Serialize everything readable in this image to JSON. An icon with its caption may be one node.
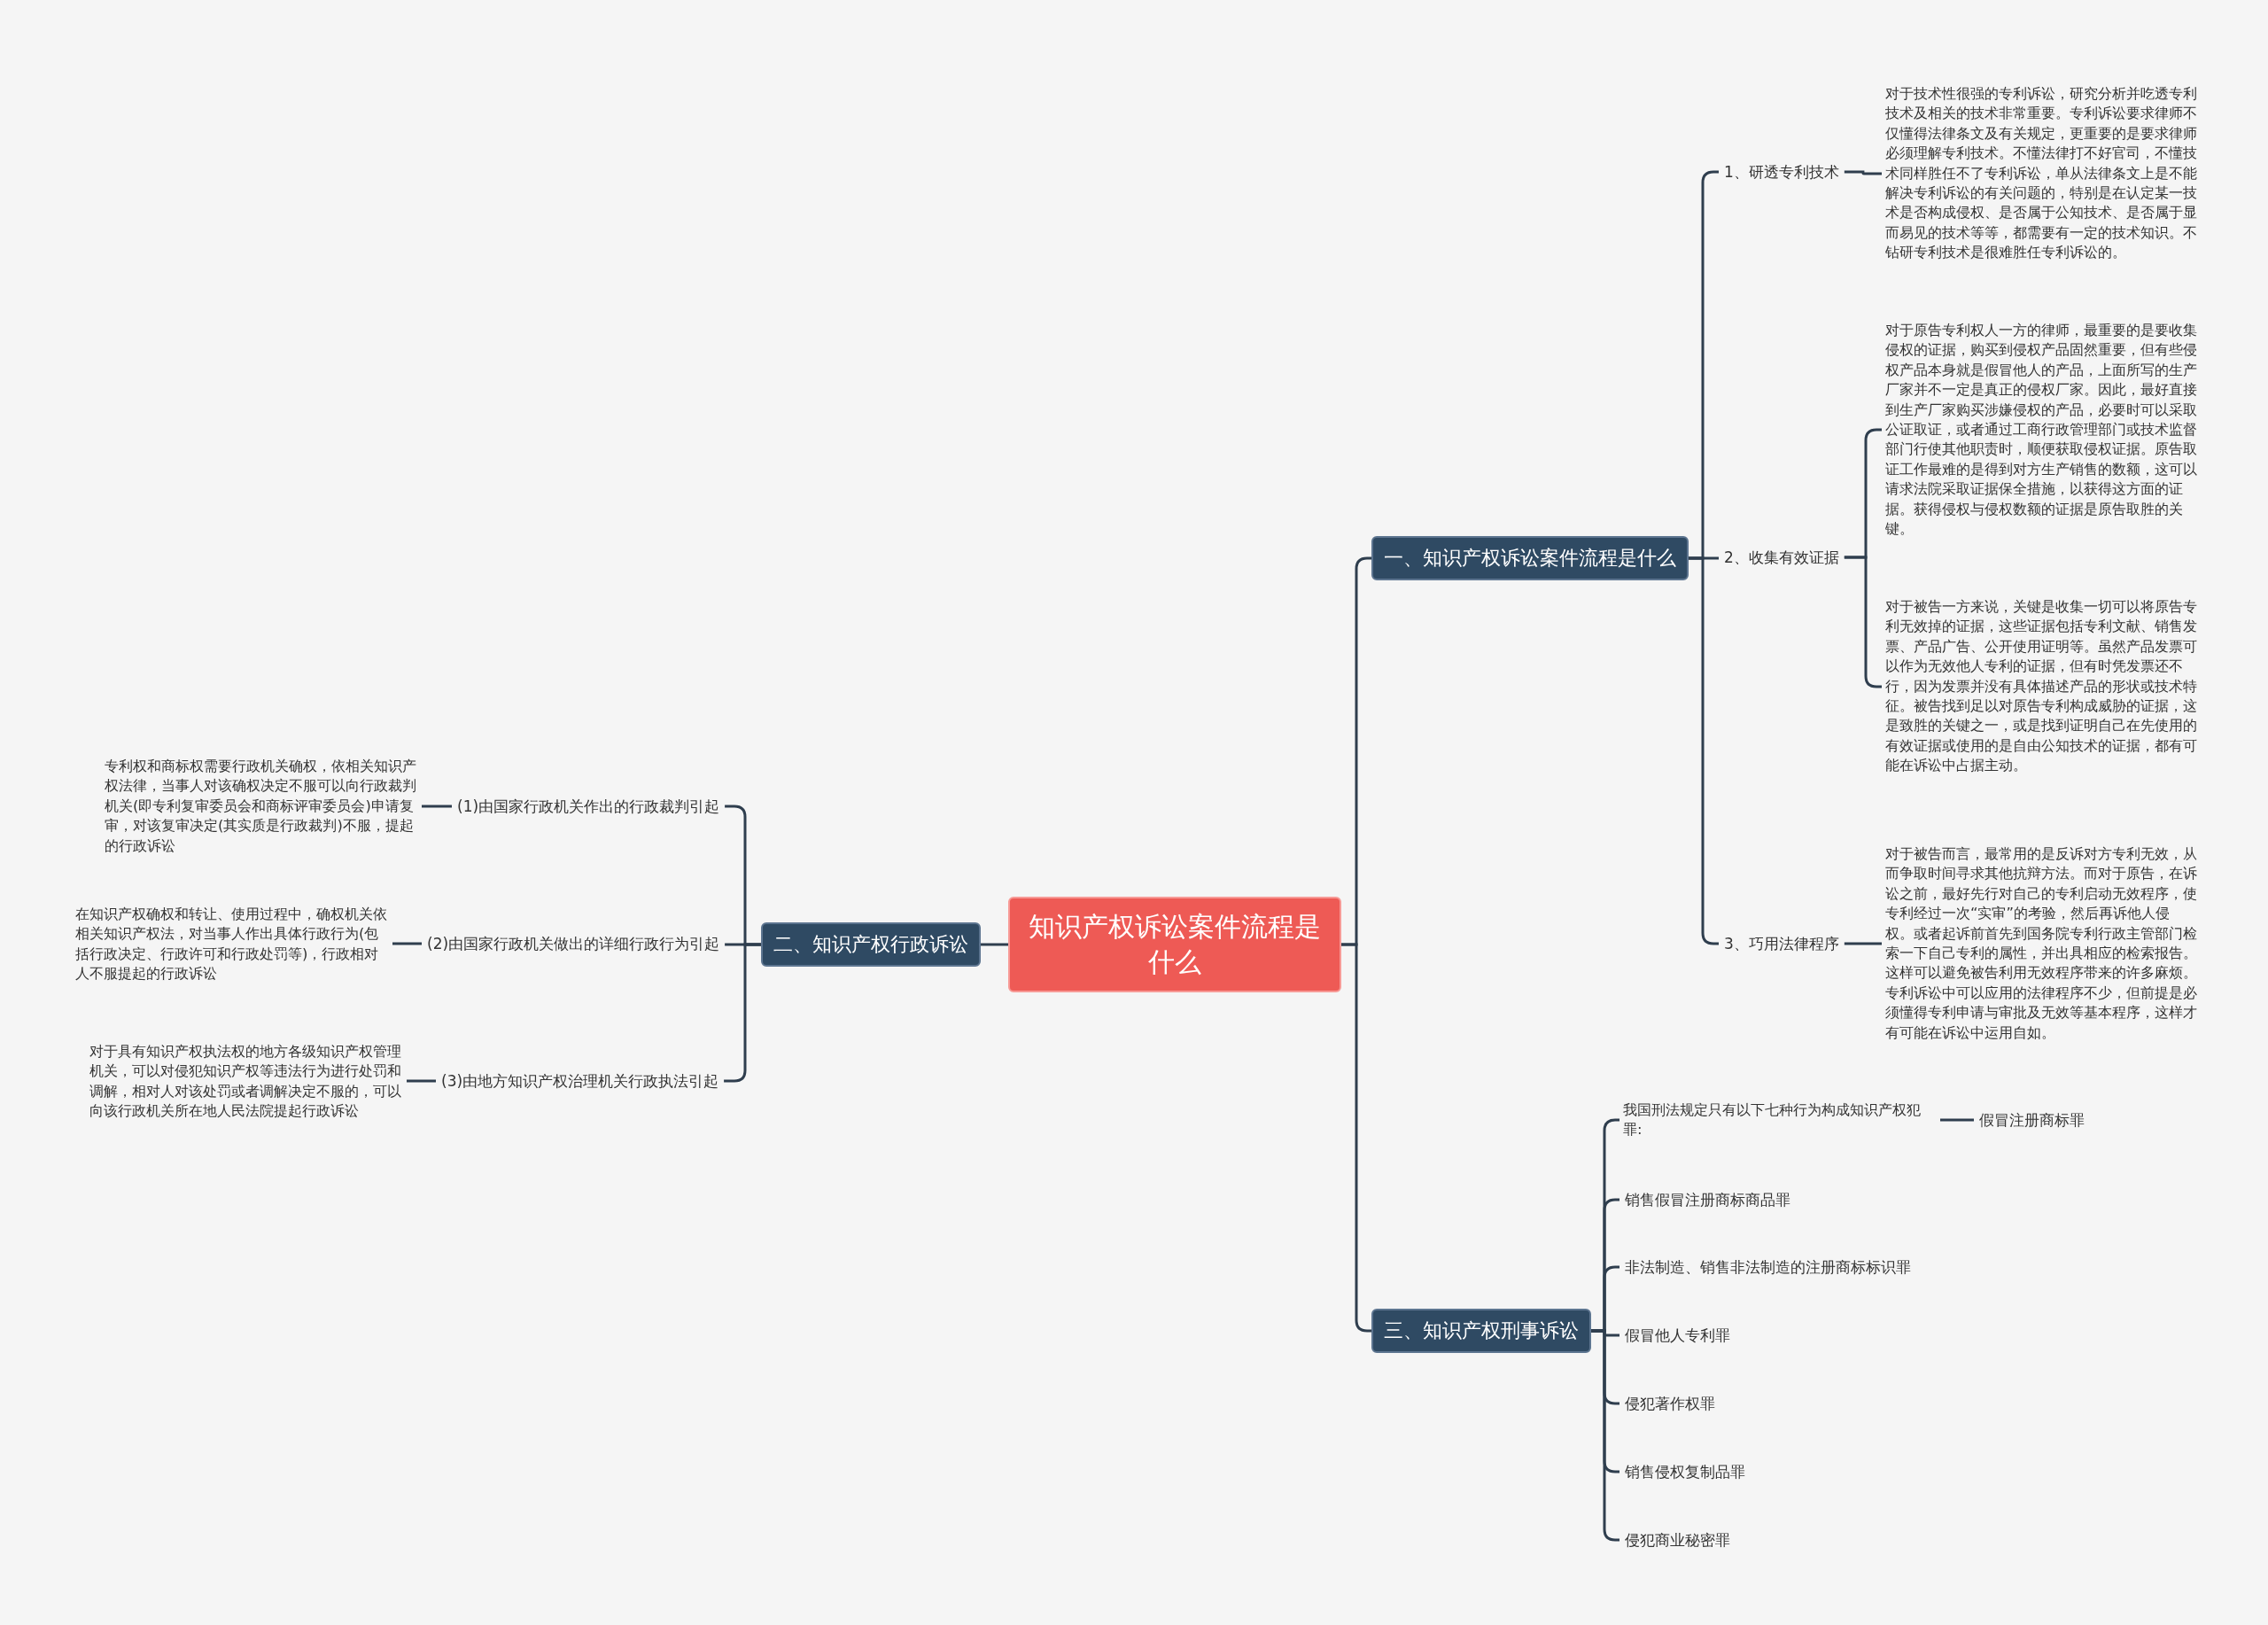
{
  "diagram": {
    "nodes": [
      {
        "text": [
          "知识产权诉讼案件流程是什么"
        ]
      },
      {
        "text": [
          "一、知识产权诉讼案件流程是什么"
        ]
      },
      {
        "text": [
          "1、研透专利技术"
        ]
      },
      {
        "text": [
          "对于技术性很强的专利诉讼，研究分析并吃透专利技术及相关的技术非常重要。专利诉讼要求律师不仅懂得法律条文及有关规定，更重要的是要求律师必须理解专利技术。不懂法律打不好官司，不懂技术同样胜任不了专利诉讼，单从法律条文上是不能解决专利诉讼的有关问题的，特别是在认定某一技术是否构成侵权、是否属于公知技术、是否属于显而易见的技术等等，都需要有一定的技术知识。不钻研专利技术是很难胜任专利诉讼的。"
        ]
      },
      {
        "text": [
          "2、收集有效证据"
        ]
      },
      {
        "text": [
          "对于原告专利权人一方的律师，最重要的是要收集侵权的证据，购买到侵权产品固然重要，但有些侵权产品本身就是假冒他人的产品，上面所写的生产厂家并不一定是真正的侵权厂家。因此，最好直接到生产厂家购买涉嫌侵权的产品，必要时可以采取公证取证，或者通过工商行政管理部门或技术监督部门行使其他职责时，顺便获取侵权证据。原告取证工作最难的是得到对方生产销售的数额，这可以请求法院采取证据保全措施，以获得这方面的证据。获得侵权与侵权数额的证据是原告取胜的关键。"
        ]
      },
      {
        "text": [
          "对于被告一方来说，关键是收集一切可以将原告专利无效掉的证据，这些证据包括专利文献、销售发票、产品广告、公开使用证明等。虽然产品发票可以作为无效他人专利的证据，但有时凭发票还不行，因为发票并没有具体描述产品的形状或技术特征。被告找到足以对原告专利构成威胁的证据，这是致胜的关键之一，或是找到证明自己在先使用的有效证据或使用的是自由公知技术的证据，都有可能在诉讼中占据主动。"
        ]
      },
      {
        "text": [
          "3、巧用法律程序"
        ]
      },
      {
        "text": [
          "对于被告而言，最常用的是反诉对方专利无效，从而争取时间寻求其他抗辩方法。而对于原告，在诉讼之前，最好先行对自己的专利启动无效程序，使专利经过一次“实审”的考验，然后再诉他人侵权。或者起诉前首先到国务院专利行政主管部门检索一下自己专利的属性，并出具相应的检索报告。这样可以避免被告利用无效程序带来的许多麻烦。专利诉讼中可以应用的法律程序不少，但前提是必须懂得专利申请与审批及无效等基本程序，这样才有可能在诉讼中运用自如。"
        ]
      },
      {
        "text": [
          "二、知识产权行政诉讼"
        ]
      },
      {
        "text": [
          "(1)由国家行政机关作出的行政裁判引起"
        ]
      },
      {
        "text": [
          "专利权和商标权需要行政机关确权，依相关知识产权法律，当事人对该确权决定不服可以向行政裁判机关(即专利复审委员会和商标评审委员会)申请复审，对该复审决定(其实质是行政裁判)不服，提起的行政诉讼"
        ]
      },
      {
        "text": [
          "(2)由国家行政机关做出的详细行政行为引起"
        ]
      },
      {
        "text": [
          "在知识产权确权和转让、使用过程中，确权机关依相关知识产权法，对当事人作出具体行政行为(包括行政决定、行政许可和行政处罚等)，行政相对人不服提起的行政诉讼"
        ]
      },
      {
        "text": [
          "(3)由地方知识产权治理机关行政执法引起"
        ]
      },
      {
        "text": [
          "对于具有知识产权执法权的地方各级知识产权管理机关，可以对侵犯知识产权等违法行为进行处罚和调解，相对人对该处罚或者调解决定不服的，可以向该行政机关所在地人民法院提起行政诉讼"
        ]
      },
      {
        "text": [
          "三、知识产权刑事诉讼"
        ]
      },
      {
        "text": [
          "我国刑法规定只有以下七种行为构成知识产权犯罪:"
        ]
      },
      {
        "text": [
          "假冒注册商标罪"
        ]
      },
      {
        "text": [
          "销售假冒注册商标商品罪"
        ]
      },
      {
        "text": [
          "非法制造、销售非法制造的注册商标标识罪"
        ]
      },
      {
        "text": [
          "假冒他人专利罪"
        ]
      },
      {
        "text": [
          "侵犯著作权罪"
        ]
      },
      {
        "text": [
          "销售侵权复制品罪"
        ]
      },
      {
        "text": [
          "侵犯商业秘密罪"
        ]
      }
    ],
    "edges": [
      {
        "from": 0,
        "to": 1,
        "arrow": "none"
      },
      {
        "from": 0,
        "to": 9,
        "arrow": "none"
      },
      {
        "from": 0,
        "to": 16,
        "arrow": "none"
      },
      {
        "from": 1,
        "to": 2,
        "arrow": "none"
      },
      {
        "from": 1,
        "to": 4,
        "arrow": "none"
      },
      {
        "from": 1,
        "to": 7,
        "arrow": "none"
      },
      {
        "from": 2,
        "to": 3,
        "arrow": "none"
      },
      {
        "from": 4,
        "to": 5,
        "arrow": "none"
      },
      {
        "from": 4,
        "to": 6,
        "arrow": "none"
      },
      {
        "from": 7,
        "to": 8,
        "arrow": "none"
      },
      {
        "from": 9,
        "to": 10,
        "arrow": "none"
      },
      {
        "from": 9,
        "to": 12,
        "arrow": "none"
      },
      {
        "from": 9,
        "to": 14,
        "arrow": "none"
      },
      {
        "from": 10,
        "to": 11,
        "arrow": "none"
      },
      {
        "from": 12,
        "to": 13,
        "arrow": "none"
      },
      {
        "from": 14,
        "to": 15,
        "arrow": "none"
      },
      {
        "from": 16,
        "to": 17,
        "arrow": "none"
      },
      {
        "from": 17,
        "to": 18,
        "arrow": "none"
      },
      {
        "from": 16,
        "to": 19,
        "arrow": "none"
      },
      {
        "from": 16,
        "to": 20,
        "arrow": "none"
      },
      {
        "from": 16,
        "to": 21,
        "arrow": "none"
      },
      {
        "from": 16,
        "to": 22,
        "arrow": "none"
      },
      {
        "from": 16,
        "to": 23,
        "arrow": "none"
      },
      {
        "from": 16,
        "to": 24,
        "arrow": "none"
      }
    ]
  }
}
